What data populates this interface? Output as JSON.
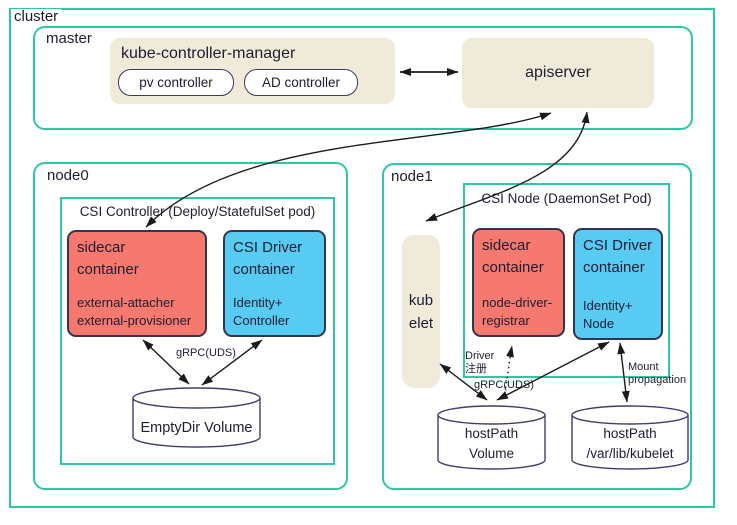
{
  "colors": {
    "teal": "#2ec7a5",
    "beige": "#f0ebd9",
    "red": "#f5796e",
    "blue": "#57cbf2",
    "ink": "#1a1a1a",
    "text": "#1d1d33",
    "cyl": "#3e3e6e"
  },
  "cluster": {
    "label": "cluster"
  },
  "master": {
    "label": "master",
    "kcm": {
      "title": "kube-controller-manager",
      "pills": [
        "pv controller",
        "AD controller"
      ]
    },
    "apiserver_label": "apiserver"
  },
  "node0": {
    "label": "node0",
    "pod_title": "CSI Controller (Deploy/StatefulSet pod)",
    "sidecar": {
      "line1": "sidecar",
      "line2": "container",
      "sub1": "external-attacher",
      "sub2": "external-provisioner"
    },
    "driver": {
      "line1": "CSI Driver",
      "line2": "container",
      "sub1": "Identity+",
      "sub2": "Controller"
    },
    "grpc_label": "gRPC(UDS)",
    "volume_label": "EmptyDir Volume"
  },
  "node1": {
    "label": "node1",
    "kubelet_line1": "kub",
    "kubelet_line2": "elet",
    "pod_title": "CSI Node (DaemonSet Pod)",
    "sidecar": {
      "line1": "sidecar",
      "line2": "container",
      "sub1": "node-driver-",
      "sub2": "registrar"
    },
    "driver": {
      "line1": "CSI Driver",
      "line2": "container",
      "sub1": "Identity+",
      "sub2": "Node"
    },
    "driver_reg_line1": "Driver",
    "driver_reg_line2": "注册",
    "grpc_label": "gRPC(UDS)",
    "mount_line1": "Mount",
    "mount_line2": "propagation",
    "volume1_line1": "hostPath",
    "volume1_line2": "Volume",
    "volume2_line1": "hostPath",
    "volume2_line2": "/var/lib/kubelet"
  }
}
